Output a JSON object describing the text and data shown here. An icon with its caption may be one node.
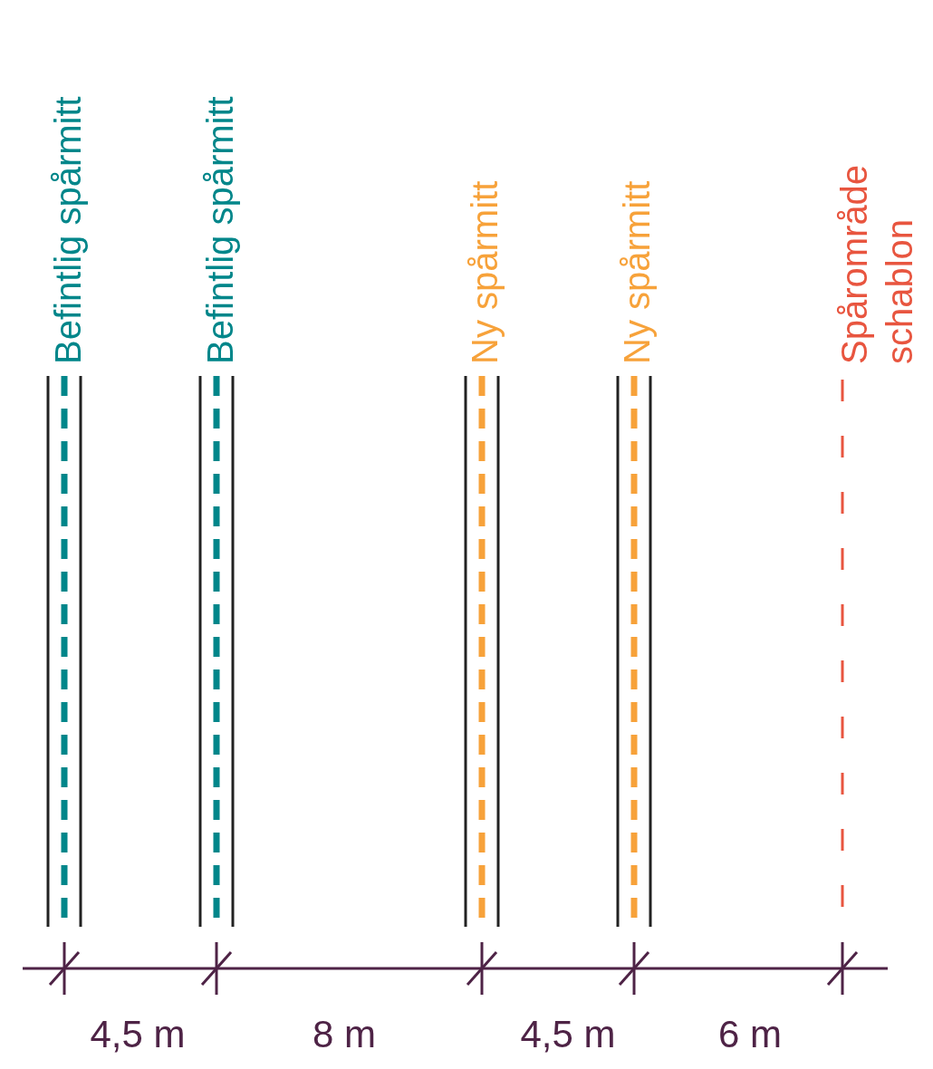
{
  "diagram": {
    "labels": [
      "Befintlig spårmitt",
      "Befintlig spårmitt",
      "Ny spårmitt",
      "Ny spårmitt",
      "Spårområde schablon",
      "4,5 m",
      "8 m",
      "4,5 m",
      "6 m"
    ]
  }
}
